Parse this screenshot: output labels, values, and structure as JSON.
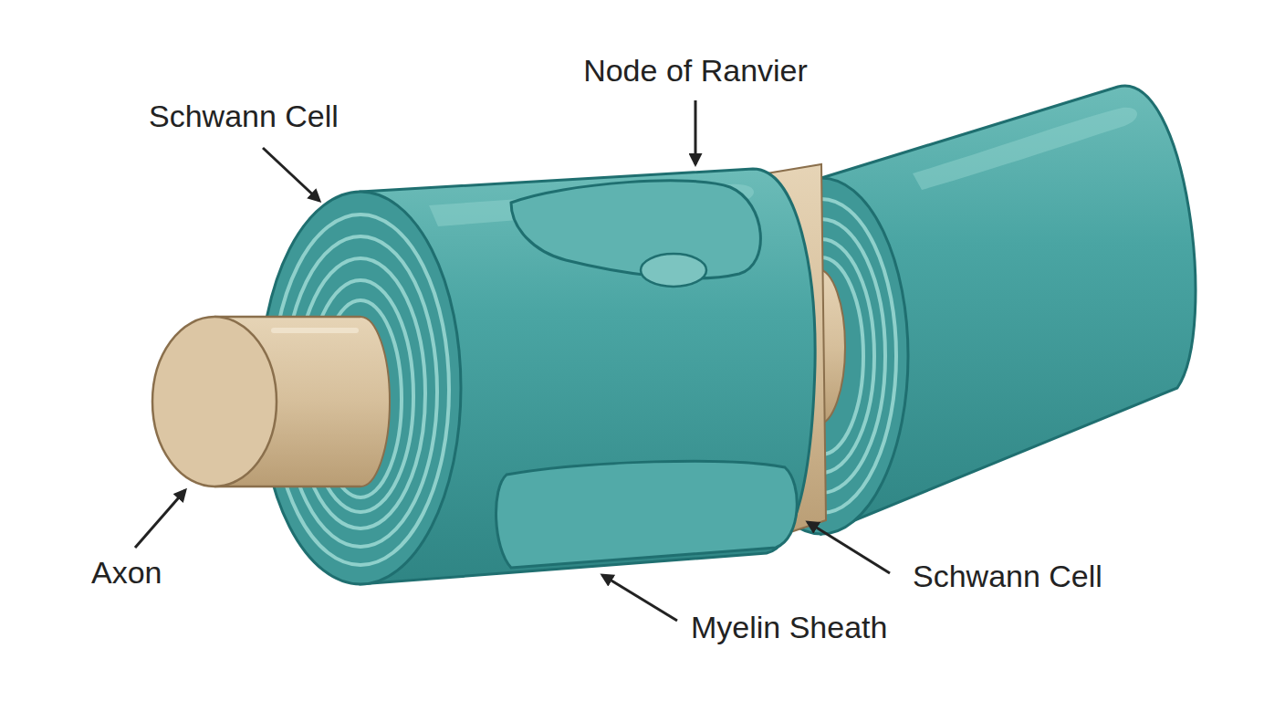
{
  "diagram": {
    "labels": [
      "Node of Ranvier",
      "Schwann Cell",
      "Axon",
      "Myelin Sheath",
      "Schwann Cell"
    ]
  }
}
